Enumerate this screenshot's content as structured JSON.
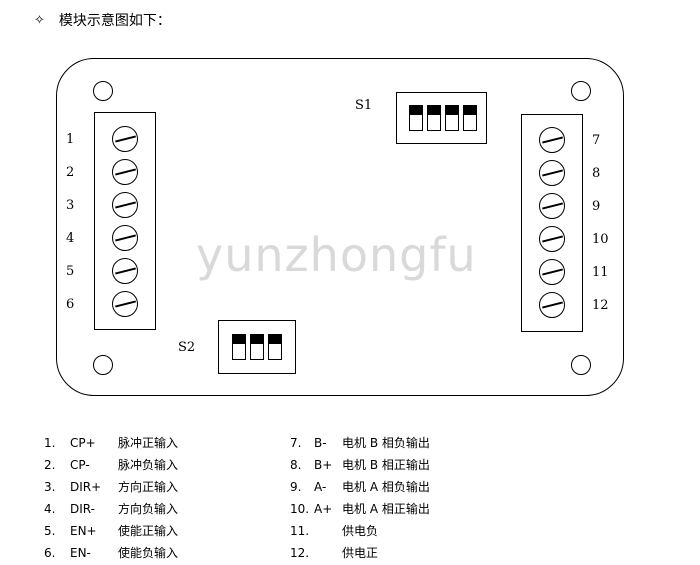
{
  "header": {
    "bullet_icon": "diamond-outline-icon",
    "title": "模块示意图如下："
  },
  "board": {
    "left_pins": [
      "1",
      "2",
      "3",
      "4",
      "5",
      "6"
    ],
    "right_pins": [
      "7",
      "8",
      "9",
      "10",
      "11",
      "12"
    ],
    "switch_s1": {
      "label": "S1",
      "positions": 4
    },
    "switch_s2": {
      "label": "S2",
      "positions": 3
    }
  },
  "watermark": "yunzhongfu",
  "legend_left": [
    {
      "num": "1.",
      "code": "CP+",
      "desc": "脉冲正输入"
    },
    {
      "num": "2.",
      "code": "CP-",
      "desc": "脉冲负输入"
    },
    {
      "num": "3.",
      "code": "DIR+",
      "desc": "方向正输入"
    },
    {
      "num": "4.",
      "code": "DIR-",
      "desc": "方向负输入"
    },
    {
      "num": "5.",
      "code": "EN+",
      "desc": "使能正输入"
    },
    {
      "num": "6.",
      "code": "EN-",
      "desc": "使能负输入"
    }
  ],
  "legend_right": [
    {
      "num": "7.",
      "code": "B-",
      "desc": "电机 B 相负输出"
    },
    {
      "num": "8.",
      "code": "B+",
      "desc": "电机 B 相正输出"
    },
    {
      "num": "9.",
      "code": "A-",
      "desc": "电机 A 相负输出"
    },
    {
      "num": "10.",
      "code": "A+",
      "desc": "电机 A 相正输出"
    },
    {
      "num": "11.",
      "code": "",
      "desc": "供电负"
    },
    {
      "num": "12.",
      "code": "",
      "desc": "供电正"
    }
  ]
}
